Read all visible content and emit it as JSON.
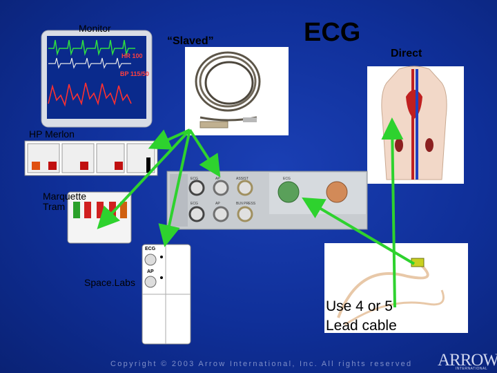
{
  "slide": {
    "title": "ECG",
    "labels": {
      "monitor": "Monitor",
      "slaved": "“Slaved”",
      "direct": "Direct",
      "hp_merlon": "HP Merlon",
      "marquette_line1": "Marquette",
      "marquette_line2": "Tram",
      "spacelabs": "Space.Labs"
    },
    "lead_cable": {
      "line1": "Use 4 or 5",
      "line2": "Lead cable"
    },
    "monitor_readouts": {
      "hr": "HR 100",
      "bp": "BP 115/50"
    },
    "module_labels": {
      "ecg": "ECG",
      "ap": "AP"
    },
    "panel_labels": [
      "ECG",
      "AP",
      "ASSIST",
      "ECG",
      "ECG",
      "AP",
      "BLN PRESS"
    ],
    "copyright": "Copyright © 2003 Arrow International, Inc. All rights reserved",
    "logo": {
      "name": "ARROW",
      "sub": "INTERNATIONAL"
    }
  },
  "colors": {
    "background": "#0f2f98",
    "arrow": "#2ed22e",
    "title_text": "#000000"
  },
  "icons": [
    "monitor-image",
    "cable-image",
    "anatomy-image",
    "hp-merlon-module",
    "marquette-tram-module",
    "spacelabs-module",
    "balloon-pump-panel",
    "lead-cable-image"
  ]
}
